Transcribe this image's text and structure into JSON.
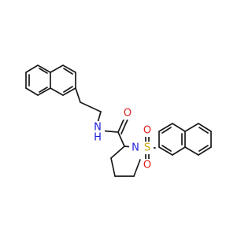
{
  "molecule": {
    "atoms": {
      "amide_nitrogen": {
        "symbol": "N",
        "hydrogen": "H",
        "color": "#1f1fd6"
      },
      "carbonyl_oxygen": {
        "symbol": "O",
        "color": "#e0211d"
      },
      "ring_nitrogen": {
        "symbol": "N",
        "color": "#1f1fd6"
      },
      "sulfur": {
        "symbol": "S",
        "color": "#c8a400"
      },
      "sulfonyl_oxygen_top": {
        "symbol": "O",
        "color": "#e0211d"
      },
      "sulfonyl_oxygen_bottom": {
        "symbol": "O",
        "color": "#e0211d"
      }
    },
    "bond_color": "#1a1a1a"
  }
}
